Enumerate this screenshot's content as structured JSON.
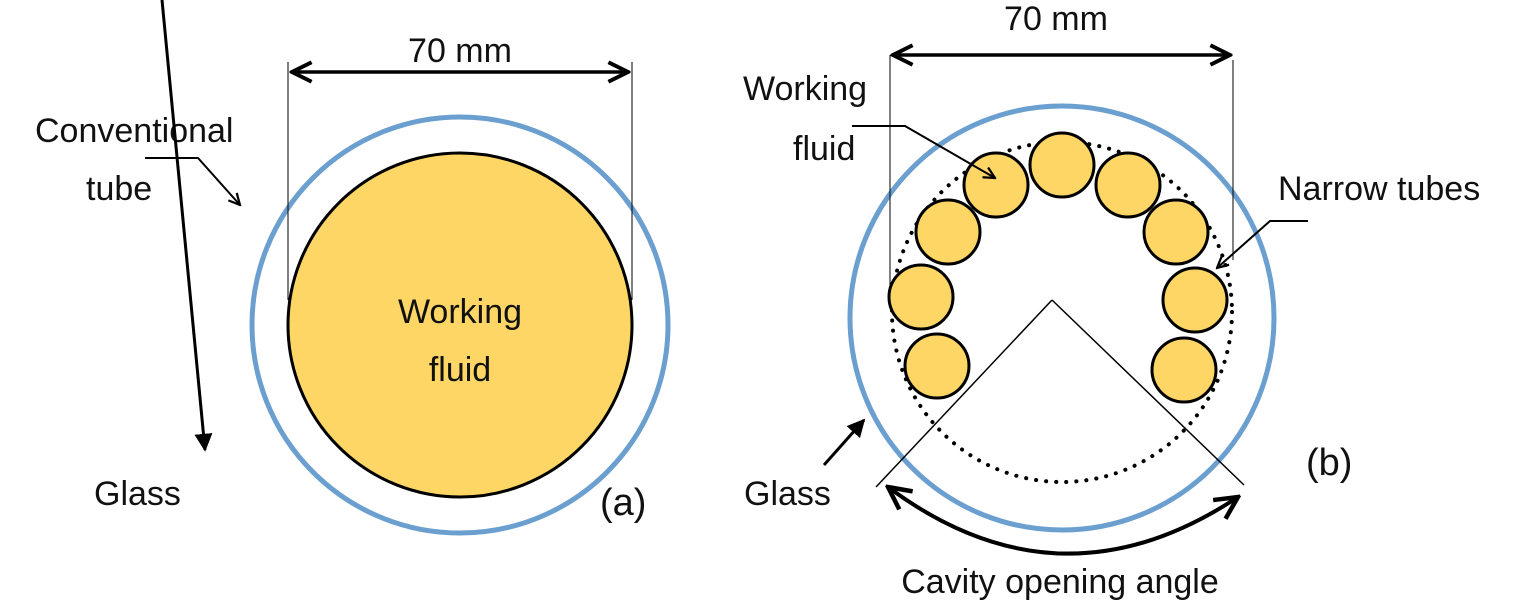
{
  "colors": {
    "fluid": "#fdd666",
    "glass": "#6b9fcf",
    "outline": "#000000"
  },
  "panel_a": {
    "tag": "(a)",
    "dimension_label": "70 mm",
    "tube_label_line1": "Conventional",
    "tube_label_line2": "tube",
    "fluid_label_line1": "Working",
    "fluid_label_line2": "fluid",
    "glass_label": "Glass"
  },
  "panel_b": {
    "tag": "(b)",
    "dimension_label": "70 mm",
    "fluid_label_line1": "Working",
    "fluid_label_line2": "fluid",
    "narrow_tubes_label": "Narrow tubes",
    "glass_label": "Glass",
    "angle_label": "Cavity opening angle",
    "narrow_tube_count": 9
  }
}
